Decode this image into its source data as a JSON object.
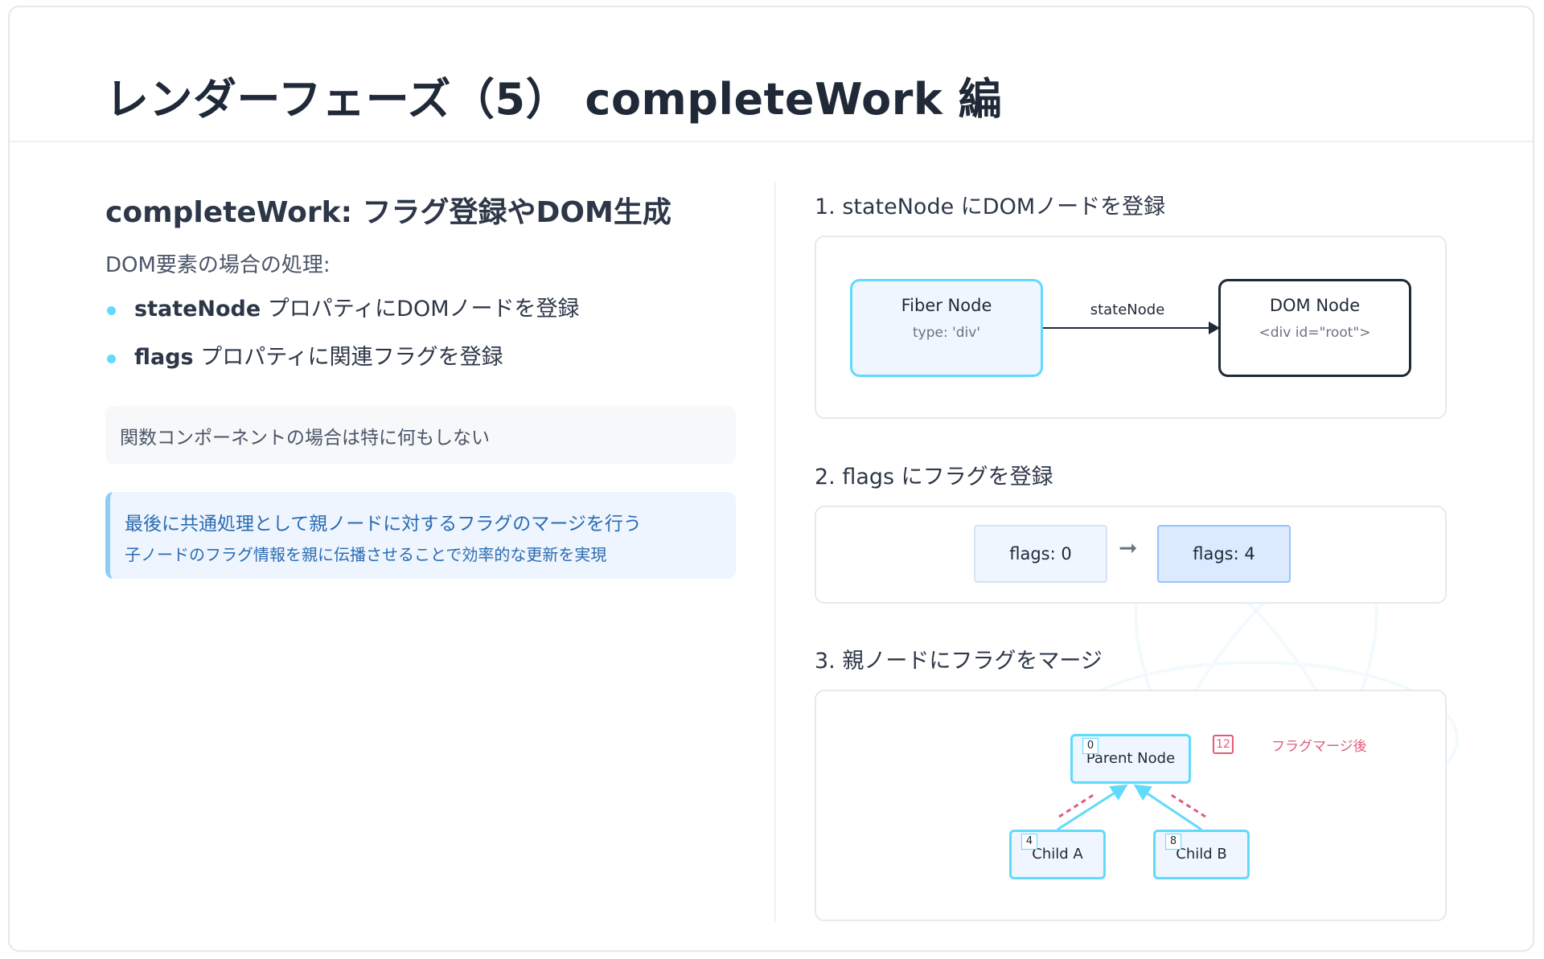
{
  "title": "レンダーフェーズ（5） completeWork 編",
  "left": {
    "heading": "completeWork: フラグ登録やDOM生成",
    "intro": "DOM要素の場合の処理:",
    "bullets": [
      {
        "strong": "stateNode",
        "text": " プロパティにDOMノードを登録"
      },
      {
        "strong": "flags",
        "text": " プロパティに関連フラグを登録"
      }
    ],
    "note_gray": "関数コンポーネントの場合は特に何もしない",
    "note_blue": {
      "title": "最後に共通処理として親ノードに対するフラグのマージを行う",
      "subtitle": "子ノードのフラグ情報を親に伝播させることで効率的な更新を実現"
    }
  },
  "right": {
    "section1": {
      "title": "1. stateNode にDOMノードを登録",
      "fiber": {
        "title": "Fiber Node",
        "sub": "type: 'div'"
      },
      "edge_label": "stateNode",
      "dom": {
        "title": "DOM Node",
        "sub": "<div id=\"root\">"
      }
    },
    "section2": {
      "title": "2. flags にフラグを登録",
      "before": "flags: 0",
      "arrow": "➞",
      "after": "flags: 4"
    },
    "section3": {
      "title": "3. 親ノードにフラグをマージ",
      "parent": {
        "label": "Parent Node",
        "flag": "0"
      },
      "child_a": {
        "label": "Child A",
        "flag": "4"
      },
      "child_b": {
        "label": "Child B",
        "flag": "8"
      },
      "merged_flag": "12",
      "merged_label": "フラグマージ後"
    }
  },
  "colors": {
    "accent": "#61dafb",
    "highlight": "#e05d7a",
    "note_blue_text": "#2b6cb0",
    "heading": "#1f2937"
  }
}
